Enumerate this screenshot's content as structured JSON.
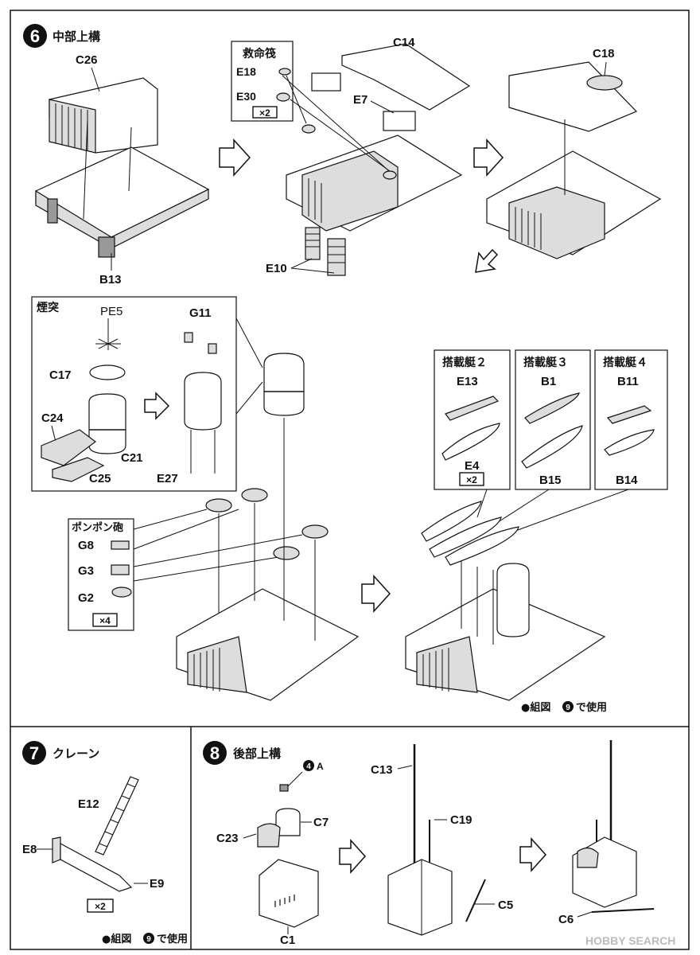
{
  "steps": [
    {
      "number": "6",
      "title": "中部上構"
    },
    {
      "number": "7",
      "title": "クレーン"
    },
    {
      "number": "8",
      "title": "後部上構"
    }
  ],
  "subsections": {
    "raft": "救命筏",
    "funnel": "煙突",
    "pompom": "ポンポン砲",
    "boat2": "搭載艇２",
    "boat3": "搭載艇３",
    "boat4": "搭載艇４"
  },
  "multipliers": {
    "raft": "×2",
    "boat2": "×2",
    "pompom": "×4",
    "crane": "×2"
  },
  "parts": {
    "C26": "C26",
    "B13": "B13",
    "E18": "E18",
    "E30": "E30",
    "C14": "C14",
    "E7": "E7",
    "E10": "E10",
    "C18": "C18",
    "PE5": "PE5",
    "C17": "C17",
    "C24": "C24",
    "C21": "C21",
    "C25": "C25",
    "G11": "G11",
    "E27": "E27",
    "G8": "G8",
    "G3": "G3",
    "G2": "G2",
    "E13": "E13",
    "E4": "E4",
    "B1": "B1",
    "B15": "B15",
    "B11": "B11",
    "B14": "B14",
    "E12": "E12",
    "E8": "E8",
    "E9": "E9",
    "C13": "C13",
    "C19": "C19",
    "C7": "C7",
    "C23": "C23",
    "C1": "C1",
    "C5": "C5",
    "C6": "C6"
  },
  "refs": {
    "step6": {
      "number": "9",
      "pre": "●組図",
      "post": "で使用"
    },
    "step7": {
      "number": "9",
      "pre": "●組図",
      "post": "で使用"
    },
    "step8_marker": {
      "number": "4",
      "letter": "A"
    }
  },
  "watermark": "HOBBY SEARCH"
}
